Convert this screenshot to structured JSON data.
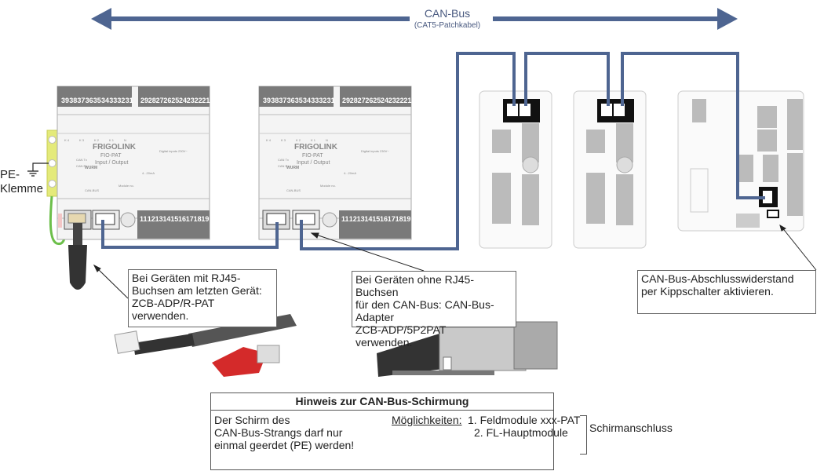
{
  "bus": {
    "title": "CAN-Bus",
    "subtitle": "(CAT5-Patchkabel)",
    "color": "#4e6591"
  },
  "pe_terminal": {
    "label_line1": "PE-",
    "label_line2": "Klemme"
  },
  "io_modules": [
    {
      "brand": "FRIGOLINK",
      "model": "FIO-PAT",
      "subtitle": "Input / Output",
      "maker": "WURM",
      "top_terminals_left": [
        "39",
        "38",
        "37",
        "36",
        "35",
        "34",
        "33",
        "32",
        "31"
      ],
      "top_terminals_right": [
        "29",
        "28",
        "27",
        "26",
        "25",
        "24",
        "23",
        "22",
        "21"
      ],
      "bottom_terminals": [
        "11",
        "12",
        "13",
        "14",
        "15",
        "16",
        "17",
        "18",
        "19"
      ],
      "leds": [
        "CAN Tx",
        "CAN Rx"
      ],
      "relays": [
        "K 4",
        "K 3",
        "K 2",
        "K 1",
        "N"
      ],
      "digital_inputs_label": "Digital inputs 230V~",
      "analog_label": "4...20mA",
      "canbus_label": "CAN-BUS",
      "module_no_label": "Module no."
    },
    {
      "brand": "FRIGOLINK",
      "model": "FIO-PAT",
      "subtitle": "Input / Output",
      "maker": "WURM",
      "top_terminals_left": [
        "39",
        "38",
        "37",
        "36",
        "35",
        "34",
        "33",
        "32",
        "31"
      ],
      "top_terminals_right": [
        "29",
        "28",
        "27",
        "26",
        "25",
        "24",
        "23",
        "22",
        "21"
      ],
      "bottom_terminals": [
        "11",
        "12",
        "13",
        "14",
        "15",
        "16",
        "17",
        "18",
        "19"
      ],
      "leds": [
        "CAN Tx",
        "CAN Rx"
      ],
      "relays": [
        "K 4",
        "K 3",
        "K 2",
        "K 1",
        "N"
      ],
      "digital_inputs_label": "Digital inputs 230V~",
      "analog_label": "4...20mA",
      "canbus_label": "CAN-BUS",
      "module_no_label": "Module no."
    }
  ],
  "callouts": {
    "rj45_end": {
      "lines": [
        "Bei Geräten mit RJ45-",
        "Buchsen am letzten Gerät:",
        "ZCB-ADP/R-PAT",
        "verwenden."
      ]
    },
    "adapter": {
      "lines": [
        "Bei Geräten ohne RJ45-Buchsen",
        "für den CAN-Bus: CAN-Bus-Adapter",
        "ZCB-ADP/5P2PAT",
        "verwenden."
      ]
    },
    "termination": {
      "lines": [
        "CAN-Bus-Abschlusswiderstand",
        "per Kippschalter aktivieren."
      ]
    }
  },
  "hint": {
    "title": "Hinweis zur CAN-Bus-Schirmung",
    "left_lines": [
      "Der Schirm des",
      "CAN-Bus-Strangs darf nur",
      "einmal geerdet (PE) werden!"
    ],
    "options_label": "Möglichkeiten:",
    "option_1": "1. Feldmodule xxx-PAT",
    "option_2": "2. FL-Hauptmodule",
    "shield_label": "Schirmanschluss"
  }
}
